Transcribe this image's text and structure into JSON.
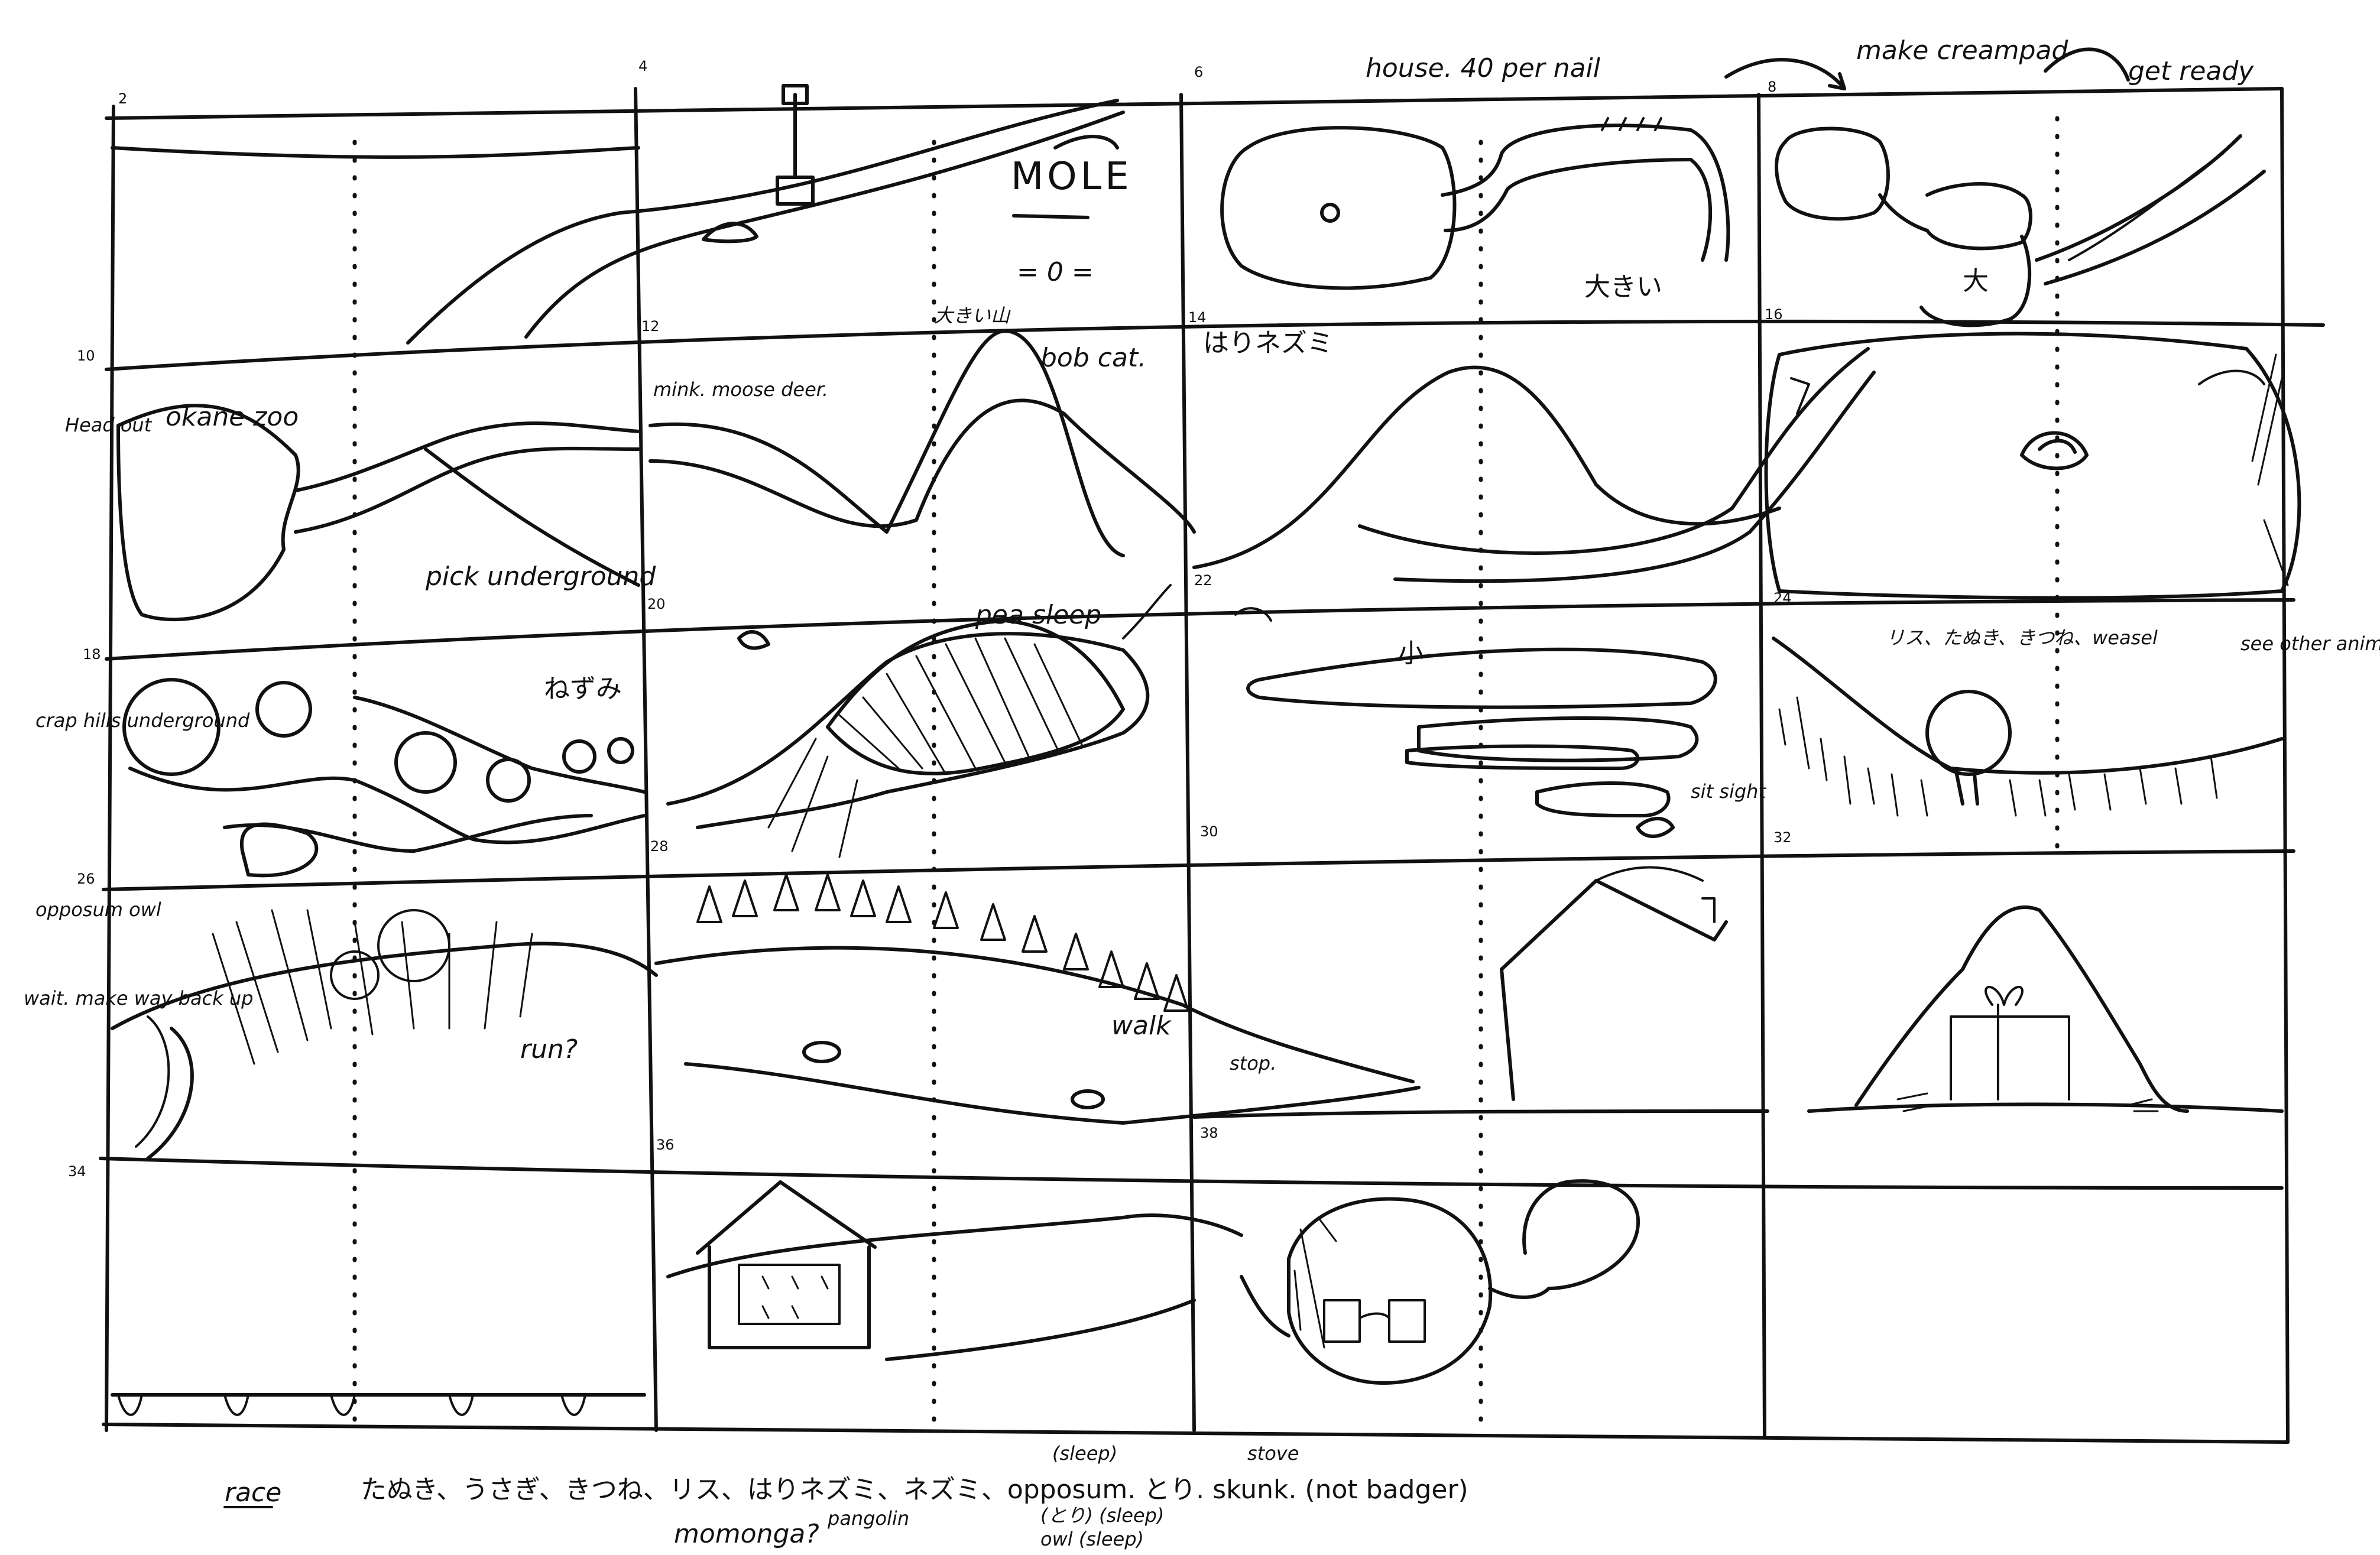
{
  "header": {
    "house_note": "house. 40 per nail",
    "make_cream_note": "make creampad",
    "get_ready_note": "get ready"
  },
  "frame_numbers": [
    "2",
    "4",
    "6",
    "8",
    "10",
    "12",
    "14",
    "16",
    "18",
    "20",
    "22",
    "24",
    "26",
    "28",
    "30",
    "32",
    "34",
    "36",
    "38"
  ],
  "panel_notes": {
    "mole_title": "MOLE",
    "mole_sub": "= 0 =",
    "big_kanji_1": "大きい",
    "big_kanji_2": "大",
    "small_kanji": "小",
    "mouse_label": "ねずみ",
    "hedgehog_label": "はりネズミ",
    "big_mountain": "大きい山",
    "mink_moose_deer": "mink. moose deer.",
    "bob_cat": "bob cat.",
    "okane_zoo": "okane zoo",
    "pick_underground": "pick underground",
    "peaplesleep": "pea sleep",
    "squirrel_list": "リス、たぬき、きつね、weasel",
    "see_other_animals": "see other animals going to party",
    "sit_sight": "sit sight",
    "walk": "walk",
    "stop": "stop.",
    "run": "run?"
  },
  "side_notes": {
    "head_out": "Head out",
    "crap_hill_underground": "crap hills underground",
    "opossum_owl": "opposum owl",
    "wait_make_way_back_up": "wait. make way back up"
  },
  "footer": {
    "lead": "race",
    "animals": "たぬき、うさぎ、きつね、リス、はりネズミ、ネズミ、opposum. とり. skunk. (not badger)",
    "momonga": "momonga?",
    "pangolin": "pangolin",
    "sleep_note": "(sleep)",
    "stove_note": "stove",
    "bird_sleep": "(とり) (sleep)",
    "owl_sleep": "owl (sleep)"
  }
}
